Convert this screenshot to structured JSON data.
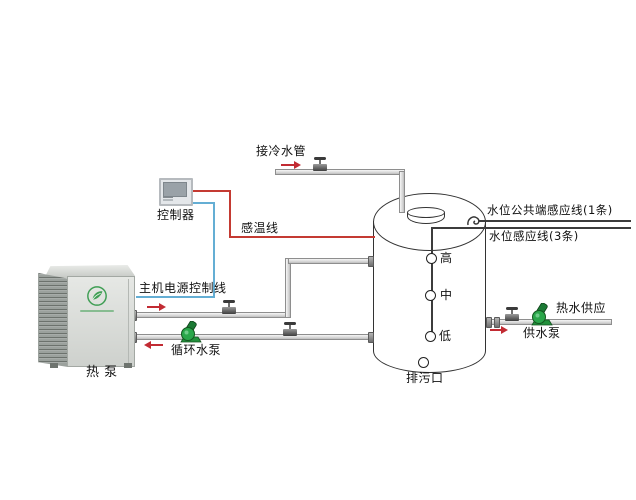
{
  "diagram": {
    "controller_label": "控制器",
    "temp_wire_label": "感温线",
    "power_wire_label": "主机电源控制线",
    "cold_inlet_label": "接冷水管",
    "common_sensor_label": "水位公共端感应线(1条)",
    "level_sensor_label": "水位感应线(3条)",
    "levels": [
      {
        "label": "高"
      },
      {
        "label": "中"
      },
      {
        "label": "低"
      }
    ],
    "drain_label": "排污口",
    "hot_supply_label": "热水供应",
    "supply_pump_label": "供水泵",
    "circulation_pump_label": "循环水泵",
    "heat_pump_label": "热 泵"
  },
  "colors": {
    "pipe": "#d2d2d2",
    "pipe_border": "#8e8e8e",
    "temp_wire": "#c43a32",
    "power_wire": "#64aed4",
    "sensor_wire": "#3c3c3c",
    "pump_green": "#2aa64a",
    "outline": "#333333",
    "text": "#111111"
  }
}
